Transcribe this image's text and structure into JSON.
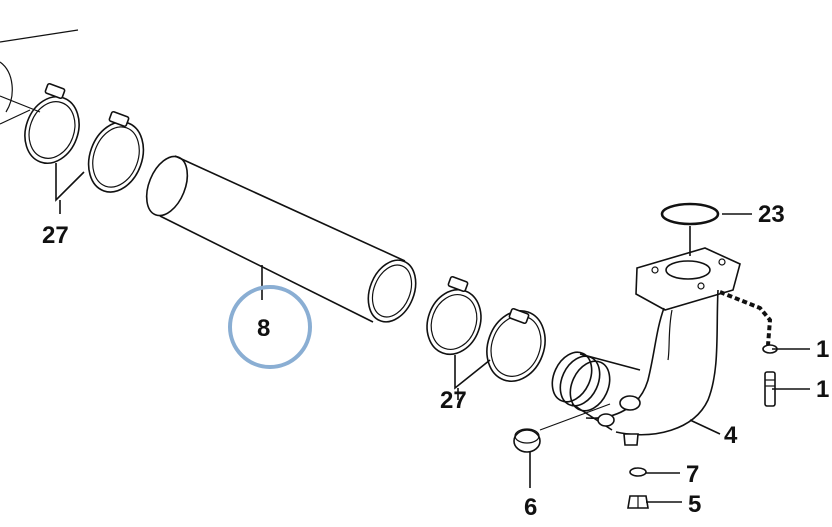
{
  "labels": {
    "clamps_upper": "27",
    "pipe": "8",
    "clamps_lower": "27",
    "oring": "23",
    "washer_right": "1",
    "bolt_right": "1",
    "elbow": "4",
    "washer": "7",
    "plug": "6",
    "screw": "5"
  },
  "highlight": {
    "target": "8",
    "color": "#8aaed3"
  }
}
